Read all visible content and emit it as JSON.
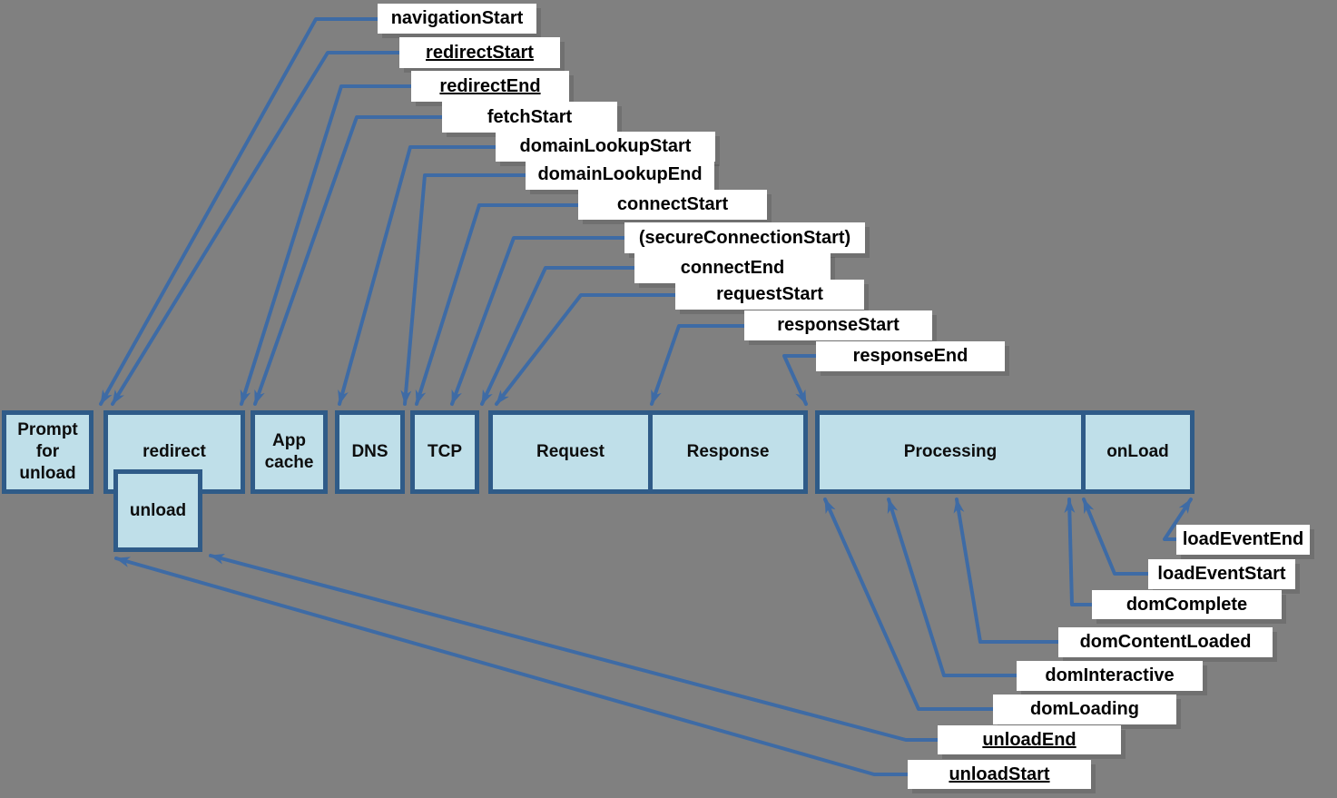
{
  "diagram_type": "navigation-timing-processing-model",
  "colors": {
    "background": "#808080",
    "phase_box_fill": "#BFDFE9",
    "phase_box_border": "#2F5B88",
    "connector_line": "#3E6BA5",
    "label_background": "#FFFFFF",
    "label_text": "#000000"
  },
  "phases": [
    {
      "id": "prompt-for-unload",
      "label": "Prompt for unload"
    },
    {
      "id": "redirect",
      "label": "redirect"
    },
    {
      "id": "unload",
      "label": "unload"
    },
    {
      "id": "app-cache",
      "label": "App cache"
    },
    {
      "id": "dns",
      "label": "DNS"
    },
    {
      "id": "tcp",
      "label": "TCP"
    },
    {
      "id": "request",
      "label": "Request"
    },
    {
      "id": "response",
      "label": "Response"
    },
    {
      "id": "processing",
      "label": "Processing"
    },
    {
      "id": "onload",
      "label": "onLoad"
    }
  ],
  "events": [
    {
      "label": "navigationStart",
      "underlined": false
    },
    {
      "label": "redirectStart",
      "underlined": true
    },
    {
      "label": "redirectEnd",
      "underlined": true
    },
    {
      "label": "fetchStart",
      "underlined": false
    },
    {
      "label": "domainLookupStart",
      "underlined": false
    },
    {
      "label": "domainLookupEnd",
      "underlined": false
    },
    {
      "label": "connectStart",
      "underlined": false
    },
    {
      "label": "(secureConnectionStart)",
      "underlined": false
    },
    {
      "label": "connectEnd",
      "underlined": false
    },
    {
      "label": "requestStart",
      "underlined": false
    },
    {
      "label": "responseStart",
      "underlined": false
    },
    {
      "label": "responseEnd",
      "underlined": false
    },
    {
      "label": "loadEventEnd",
      "underlined": false
    },
    {
      "label": "loadEventStart",
      "underlined": false
    },
    {
      "label": "domComplete",
      "underlined": false
    },
    {
      "label": "domContentLoaded",
      "underlined": false
    },
    {
      "label": "domInteractive",
      "underlined": false
    },
    {
      "label": "domLoading",
      "underlined": false
    },
    {
      "label": "unloadEnd",
      "underlined": true
    },
    {
      "label": "unloadStart",
      "underlined": true
    }
  ]
}
